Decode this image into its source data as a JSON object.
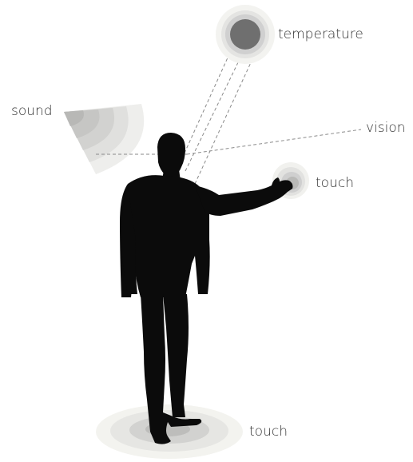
{
  "labels": {
    "temperature": "temperature",
    "sound": "sound",
    "vision": "vision",
    "touch_hand": "touch",
    "touch_floor": "touch"
  },
  "colors": {
    "silhouette": "#0b0b0b",
    "dash_line": "#8a8a8a",
    "ring_outer": "#f1f1ee",
    "ring_mid": "#e3e3e1",
    "ring_inner": "#cfcfcf",
    "core_dark": "#6f6f6f",
    "text": "#333333"
  },
  "icons": {
    "temperature_source": "concentric-circle-icon",
    "sound_wave": "sound-wave-icon",
    "hand_touch": "concentric-circle-icon",
    "floor_touch": "ground-ripple-icon",
    "figure": "person-silhouette"
  }
}
